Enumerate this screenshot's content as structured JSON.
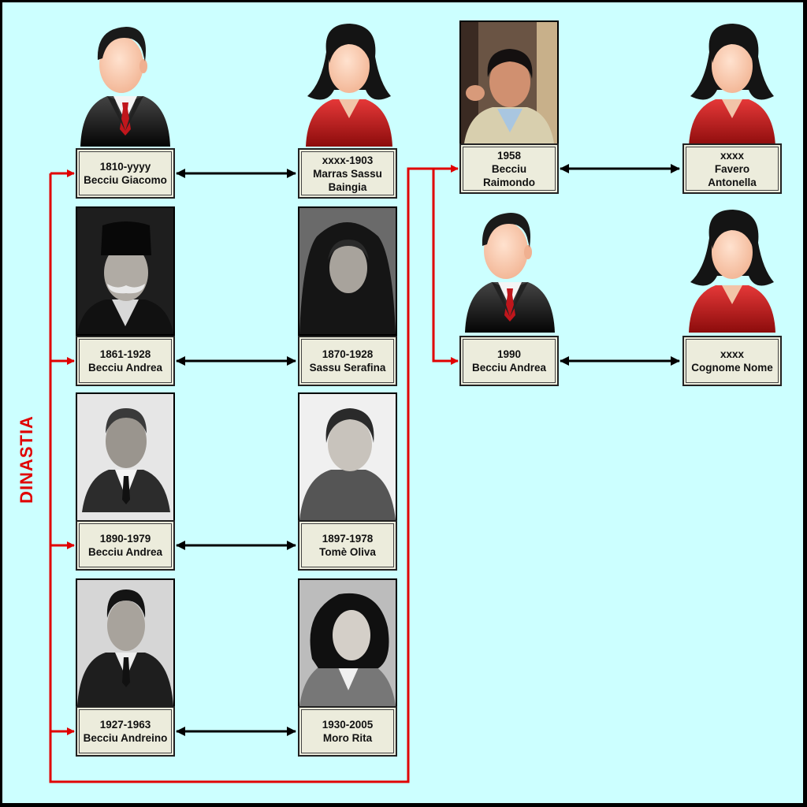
{
  "label": "DINASTIA",
  "colors": {
    "background": "#ccffff",
    "lineage": "#e00000",
    "marriage": "#000000"
  },
  "people": [
    {
      "id": "p1",
      "text": "1810-yyyy\nBecciu Giacomo",
      "photo": "male-avatar-icon"
    },
    {
      "id": "p2",
      "text": "xxxx-1903\nMarras Sassu\nBaingia",
      "photo": "female-avatar-icon"
    },
    {
      "id": "p3",
      "text": "1861-1928\nBecciu Andrea",
      "photo": "photo-elderly-man-with-hat"
    },
    {
      "id": "p4",
      "text": "1870-1928\nSassu Serafina",
      "photo": "photo-elderly-woman-with-headscarf"
    },
    {
      "id": "p5",
      "text": "1890-1979\nBecciu Andrea",
      "photo": "photo-man-in-suit"
    },
    {
      "id": "p6",
      "text": "1897-1978\nTomè Oliva",
      "photo": "photo-woman"
    },
    {
      "id": "p7",
      "text": "1927-1963\nBecciu Andreino",
      "photo": "photo-young-man-in-suit"
    },
    {
      "id": "p8",
      "text": "1930-2005\nMoro Rita",
      "photo": "photo-young-woman"
    },
    {
      "id": "p9",
      "text": "1958\nBecciu\nRaimondo",
      "photo": "photo-man-color"
    },
    {
      "id": "p10",
      "text": "xxxx\nFavero\nAntonella",
      "photo": "female-avatar-icon"
    },
    {
      "id": "p11",
      "text": "1990\nBecciu Andrea",
      "photo": "male-avatar-icon"
    },
    {
      "id": "p12",
      "text": "xxxx\nCognome Nome",
      "photo": "female-avatar-icon"
    }
  ]
}
